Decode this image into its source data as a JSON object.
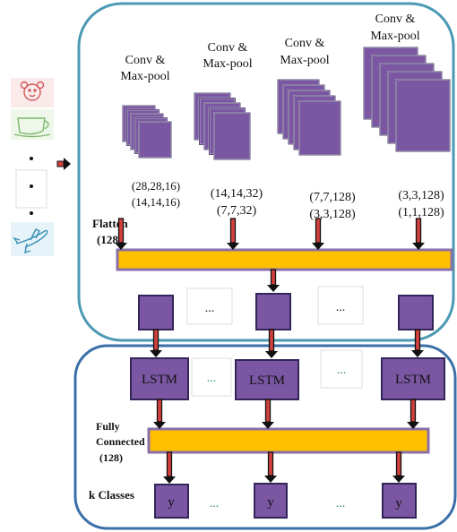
{
  "colors": {
    "panel_border": "#4a9ab3",
    "block_fill": "#7b57a3",
    "block_stroke": "#33255a",
    "bar_fill": "#ffc000",
    "bar_stroke": "#8a6fa8",
    "arrow_fill": "#d2403e",
    "arrow_stroke": "#111111",
    "dots_green": "#2e8b57"
  },
  "input": {
    "icons": [
      "teddy-bear-sketch",
      "cup-sketch",
      "airplane-sketch"
    ],
    "arrow_icon": "right-arrow-icon"
  },
  "cnn_stages": [
    {
      "title_line1": "Conv &",
      "title_line2": "Max-pool",
      "shape_line1": "(28,28,16)",
      "shape_line2": "(14,14,16)"
    },
    {
      "title_line1": "Conv &",
      "title_line2": "Max-pool",
      "shape_line1": "(14,14,32)",
      "shape_line2": "(7,7,32)"
    },
    {
      "title_line1": "Conv &",
      "title_line2": "Max-pool",
      "shape_line1": "(7,7,128)",
      "shape_line2": "(3,3,128)"
    },
    {
      "title_line1": "Conv &",
      "title_line2": "Max-pool",
      "shape_line1": "(3,3,128)",
      "shape_line2": "(1,1,128)"
    }
  ],
  "flatten": {
    "line1": "Flatten",
    "line2": "(128)"
  },
  "ellipsis": "...",
  "lstm": {
    "label": "LSTM"
  },
  "fully_connected": {
    "line1": "Fully",
    "line2": "Connected",
    "line3": "(128)"
  },
  "output": {
    "classes_label": "k Classes",
    "node_label": "y"
  }
}
